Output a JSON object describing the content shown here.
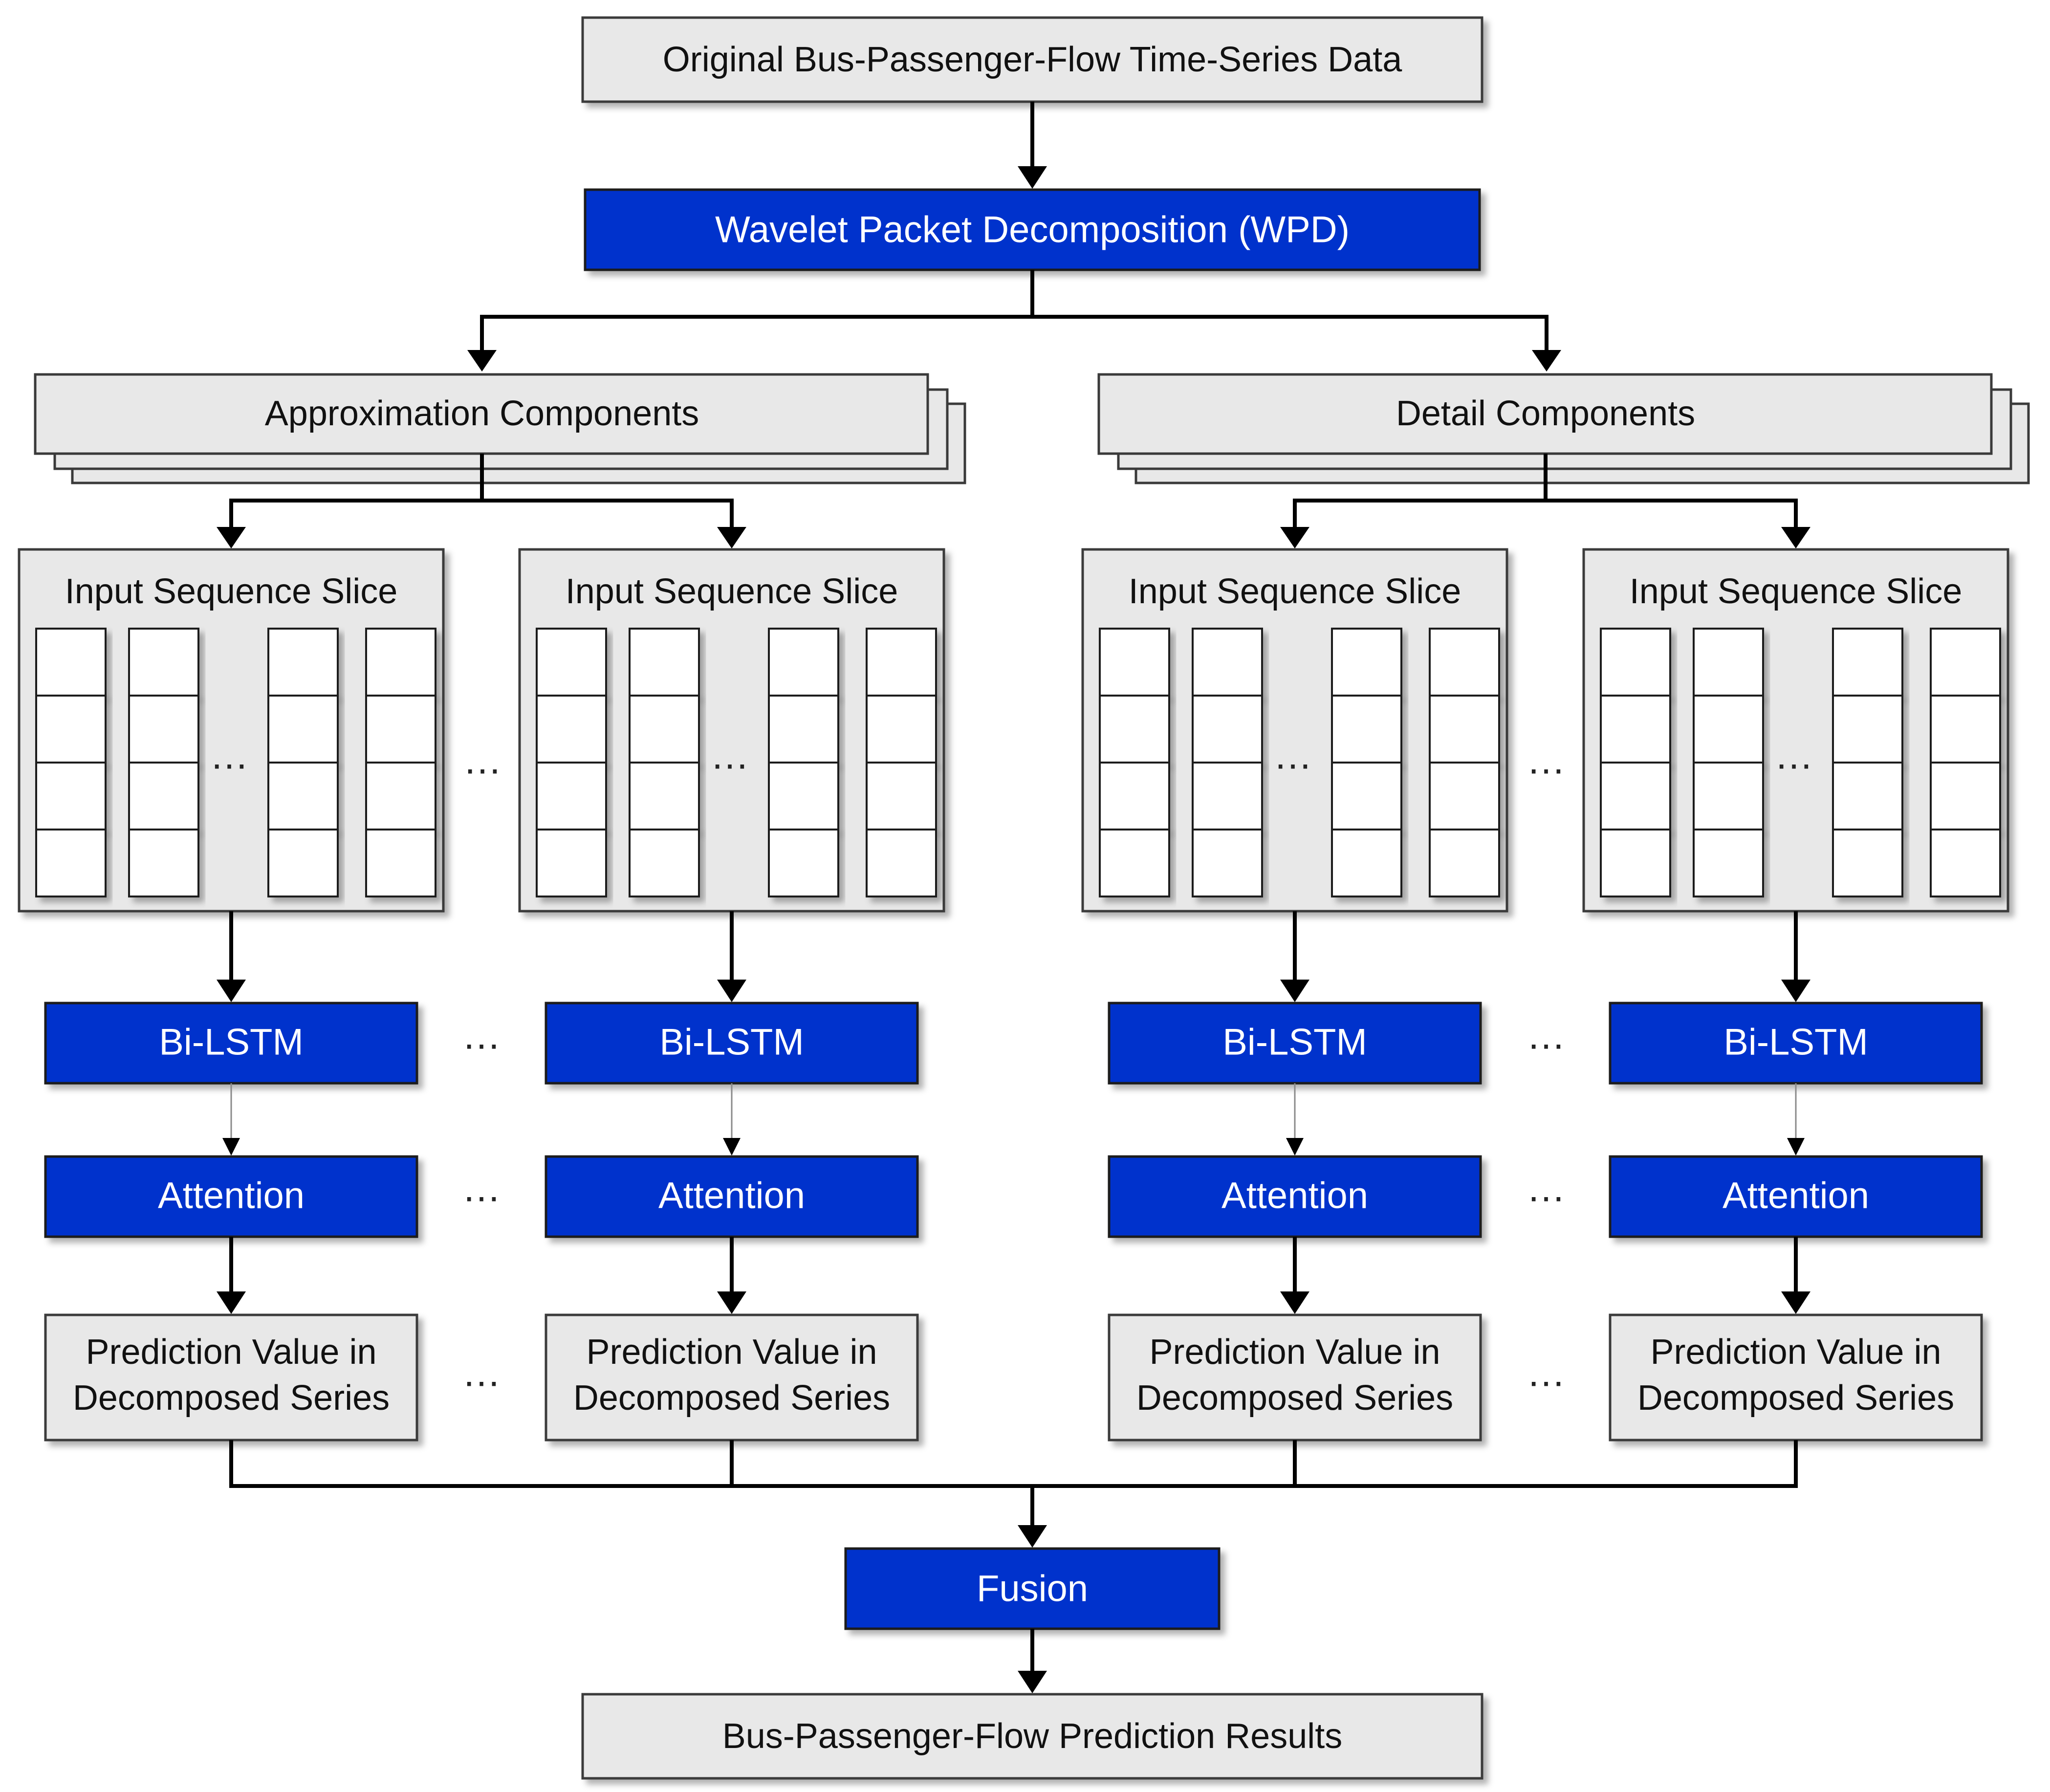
{
  "top_input": "Original Bus-Passenger-Flow Time-Series Data",
  "decomposition": "Wavelet Packet Decomposition (WPD)",
  "approximation": "Approximation Components",
  "detail": "Detail Components",
  "slice_label": "Input Sequence Slice",
  "bilstm": "Bi-LSTM",
  "attention": "Attention",
  "prediction_line1": "Prediction Value in",
  "prediction_line2": "Decomposed Series",
  "fusion": "Fusion",
  "output": "Bus-Passenger-Flow Prediction Results",
  "ellipsis": "…",
  "colors": {
    "block_fill": "#0033cc",
    "box_fill": "#e8e8e8",
    "cell_fill": "#ffffff"
  }
}
